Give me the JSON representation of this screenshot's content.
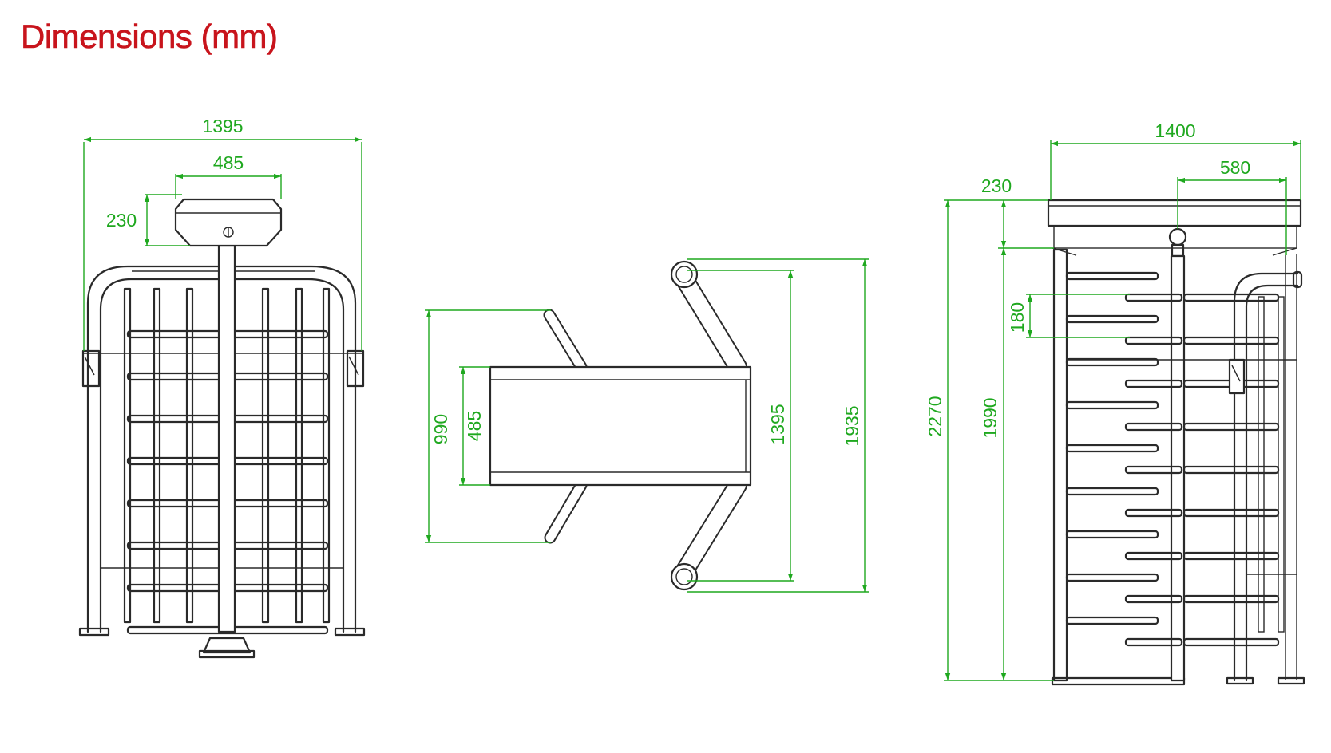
{
  "title": "Dimensions (mm)",
  "colors": {
    "title": "#c8141c",
    "dimension": "#1fa81f",
    "line": "#2a2a2a"
  },
  "front_view": {
    "overall_width": "1395",
    "top_box_width": "485",
    "top_box_height": "230"
  },
  "top_view": {
    "arm_span": "990",
    "body_depth": "485",
    "inner_depth": "1395",
    "outer_depth": "1935"
  },
  "side_view": {
    "overall_width": "1400",
    "rotor_offset": "580",
    "canopy_height": "230",
    "bar_spacing": "180",
    "clear_height": "1990",
    "total_height": "2270"
  }
}
